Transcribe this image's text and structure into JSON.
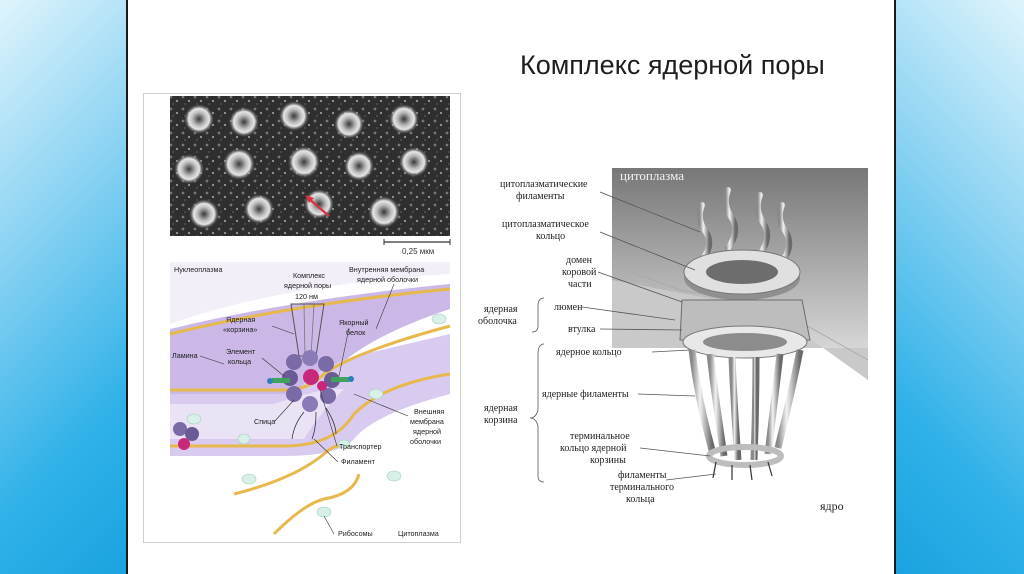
{
  "slide": {
    "title": "Комплекс ядерной поры"
  },
  "micrograph": {
    "scale_label": "0,25 мкм"
  },
  "diagram_left": {
    "labels": {
      "nucleoplasm": "Нуклеоплазма",
      "complex": "Комплекс",
      "complex2": "ядерной поры",
      "size": "120 нм",
      "inner_membrane": "Внутренняя мембрана",
      "inner_membrane2": "ядерной оболочки",
      "basket": "Ядерная",
      "basket2": "«корзина»",
      "anchor": "Якорный",
      "anchor2": "белок",
      "lamina": "Ламина",
      "ring_element": "Элемент",
      "ring_element2": "кольца",
      "spoke": "Спица",
      "transporter": "Транспортер",
      "outer_membrane": "Внешняя",
      "outer_membrane2": "мембрана",
      "outer_membrane3": "ядерной",
      "outer_membrane4": "оболочки",
      "filament": "Филамент",
      "ribosomes": "Рибосомы",
      "cytoplasm": "Цитоплазма"
    }
  },
  "diagram_right": {
    "labels": {
      "cytoplasm": "цитоплазма",
      "nucleus": "ядро",
      "cyto_filaments": "цитоплазматические",
      "cyto_filaments2": "филаменты",
      "cyto_ring": "цитоплазматическое",
      "cyto_ring2": "кольцо",
      "core_domain": "домен",
      "core_domain2": "коровой",
      "core_domain3": "части",
      "lumen": "люмен",
      "envelope": "ядерная",
      "envelope2": "оболочка",
      "bushing": "втулка",
      "nuclear_ring": "ядерное кольцо",
      "nuclear_filaments": "ядерные филаменты",
      "basket": "ядерная",
      "basket2": "корзина",
      "terminal_ring": "терминальное",
      "terminal_ring2": "кольцо ядерной",
      "terminal_ring3": "корзины",
      "terminal_filaments": "филаменты",
      "terminal_filaments2": "терминального",
      "terminal_filaments3": "кольца"
    }
  }
}
